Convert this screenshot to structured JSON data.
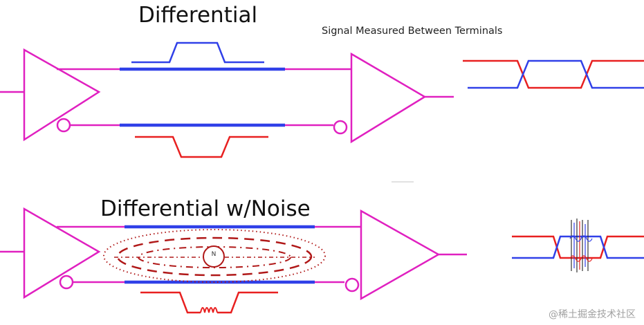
{
  "diagram": {
    "title_top": "Differential",
    "caption": "Signal Measured Between Terminals",
    "title_bottom": "Differential w/Noise",
    "noise_source_label": "N",
    "watermark": "@稀土掘金技术社区"
  },
  "colors": {
    "wire": "#e020c0",
    "positive_signal": "#3040e8",
    "negative_signal": "#e82020",
    "noise_field": "#b01818",
    "noise_spikes": "#303030"
  }
}
